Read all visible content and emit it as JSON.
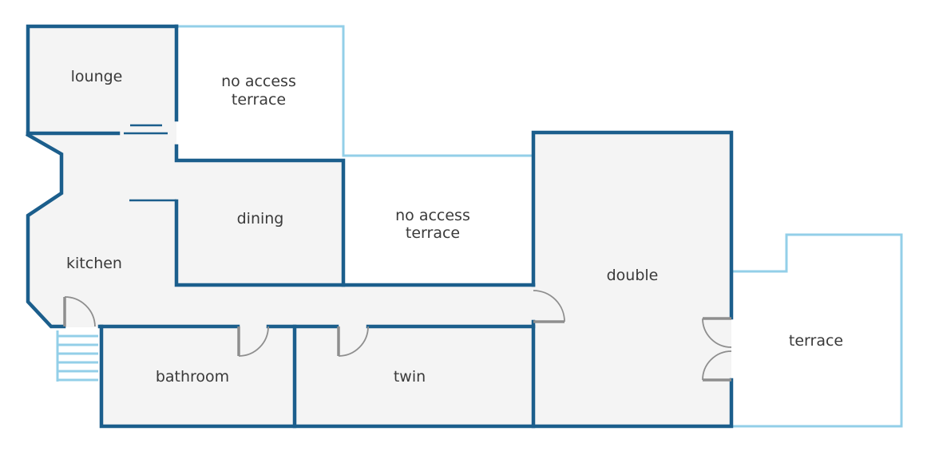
{
  "plan": {
    "rooms": {
      "lounge": "lounge",
      "terrace_top_line1": "no access",
      "terrace_top_line2": "terrace",
      "dining": "dining",
      "terrace_mid_line1": "no access",
      "terrace_mid_line2": "terrace",
      "kitchen": "kitchen",
      "double": "double",
      "terrace": "terrace",
      "bathroom": "bathroom",
      "twin": "twin"
    },
    "colors": {
      "wall": "#1b5e8c",
      "outdoor_outline": "#93cfe8",
      "room_fill": "#f4f4f4",
      "door": "#8e8e8e",
      "label": "#3a3a3a"
    }
  }
}
